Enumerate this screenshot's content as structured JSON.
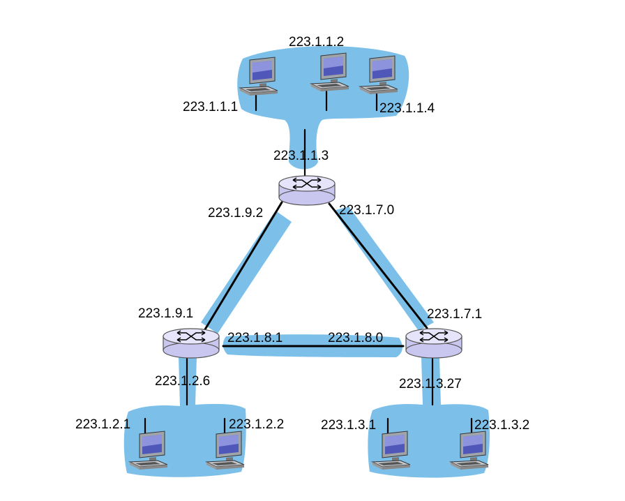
{
  "colors": {
    "subnet_fill": "#7cc0ea",
    "router_body": "#c9c6ef",
    "router_top": "#e6e4fb",
    "link": "#000000"
  },
  "icons": {
    "router": "router-icon",
    "host": "desktop-computer-icon"
  },
  "routers": [
    {
      "id": "router-top"
    },
    {
      "id": "router-left"
    },
    {
      "id": "router-right"
    }
  ],
  "hosts": [
    {
      "id": "host-top-1"
    },
    {
      "id": "host-top-2"
    },
    {
      "id": "host-top-3"
    },
    {
      "id": "host-bl-1"
    },
    {
      "id": "host-bl-2"
    },
    {
      "id": "host-br-1"
    },
    {
      "id": "host-br-2"
    }
  ],
  "links": [
    {
      "from": "router-top",
      "to": "router-left"
    },
    {
      "from": "router-top",
      "to": "router-right"
    },
    {
      "from": "router-left",
      "to": "router-right"
    }
  ],
  "labels": {
    "top_host_1": "223.1.1.1",
    "top_host_2": "223.1.1.2",
    "top_host_3": "223.1.1.4",
    "top_router_lan": "223.1.1.3",
    "top_router_left": "223.1.9.2",
    "top_router_right": "223.1.7.0",
    "left_router_top": "223.1.9.1",
    "left_router_right": "223.1.8.1",
    "left_router_lan": "223.1.2.6",
    "right_router_top": "223.1.7.1",
    "right_router_left": "223.1.8.0",
    "right_router_lan": "223.1.3.27",
    "bl_host_1": "223.1.2.1",
    "bl_host_2": "223.1.2.2",
    "br_host_1": "223.1.3.1",
    "br_host_2": "223.1.3.2"
  }
}
